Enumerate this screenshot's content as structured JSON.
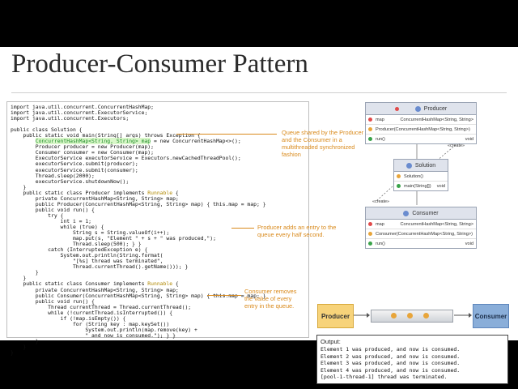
{
  "slide": {
    "title": "Producer-Consumer Pattern"
  },
  "code": {
    "lines": [
      "import java.util.concurrent.ConcurrentHashMap;",
      "import java.util.concurrent.ExecutorService;",
      "import java.util.concurrent.Executors;",
      "",
      "public class Solution {",
      "    public static void main(String[] args) throws Exception {",
      "        ConcurrentHashMap<String, String> map = new ConcurrentHashMap<>();",
      "        Producer producer = new Producer(map);",
      "        Consumer consumer = new Consumer(map);",
      "        ExecutorService executorService = Executors.newCachedThreadPool();",
      "        executorService.submit(producer);",
      "        executorService.submit(consumer);",
      "        Thread.sleep(2000);",
      "        executorService.shutdownNow();",
      "    }",
      "    public static class Producer implements Runnable {",
      "        private ConcurrentHashMap<String, String> map;",
      "        public Producer(ConcurrentHashMap<String, String> map) { this.map = map; }",
      "        public void run() {",
      "            try {",
      "                int i = 1;",
      "                while (true) {",
      "                    String s = String.valueOf(i++);",
      "                    map.put(s, \"Element \" + s + \" was produced,\");",
      "                    Thread.sleep(500); } }",
      "            catch (InterruptedException e) {",
      "                System.out.println(String.format(",
      "                    \"[%s] thread was terminated\",",
      "                    Thread.currentThread().getName())); }",
      "        }",
      "    }",
      "    public static class Consumer implements Runnable {",
      "        private ConcurrentHashMap<String, String> map;",
      "        public Consumer(ConcurrentHashMap<String, String> map) { this.map = map; }",
      "        public void run() {",
      "            Thread currentThread = Thread.currentThread();",
      "            while (!currentThread.isInterrupted()) {",
      "                if (!map.isEmpty()) {",
      "                    for (String key : map.keySet())",
      "                        System.out.println(map.remove(key) +",
      "                        \" and now is consumed.\"); } }",
      "        }",
      "    }",
      "}"
    ]
  },
  "callouts": {
    "queue": "Queue shared by the Producer and the Consumer in a multithreaded synchronized fashion",
    "producer": "Producer adds an entry to the queue every half second.",
    "consumer": "Consumer removes the value of every entry in the queue."
  },
  "uml": {
    "producer": {
      "name": "Producer",
      "rows": [
        {
          "name": "map",
          "type": "ConcurrentHashMap<String, String>",
          "marker": "red"
        },
        {
          "name": "Producer(ConcurrentHashMap<String, String>)",
          "type": "",
          "marker": "orange"
        },
        {
          "name": "run()",
          "type": "void",
          "marker": "green"
        }
      ]
    },
    "solution": {
      "name": "Solution",
      "rows": [
        {
          "name": "Solution()",
          "type": "",
          "marker": "orange"
        },
        {
          "name": "main(String[])",
          "type": "void",
          "marker": "green"
        }
      ]
    },
    "consumer": {
      "name": "Consumer",
      "rows": [
        {
          "name": "map",
          "type": "ConcurrentHashMap<String, String>",
          "marker": "red"
        },
        {
          "name": "Consumer(ConcurrentHashMap<String, String>)",
          "type": "",
          "marker": "orange"
        },
        {
          "name": "run()",
          "type": "void",
          "marker": "green"
        }
      ]
    },
    "create_label": "«create»"
  },
  "queue_visual": {
    "producer_label": "Producer",
    "consumer_label": "Consumer",
    "items": 3
  },
  "output": {
    "title": "Output:",
    "lines": [
      "Element 1 was produced, and now is consumed.",
      "Element 2 was produced, and now is consumed.",
      "Element 3 was produced, and now is consumed.",
      "Element 4 was produced, and now is consumed.",
      "[pool-1-thread-1] thread was terminated."
    ]
  },
  "colors": {
    "callout": "#d98a1c",
    "producer_box": "#f7d37a",
    "consumer_box": "#8aaed9",
    "highlight_green": "#1a8a24"
  }
}
